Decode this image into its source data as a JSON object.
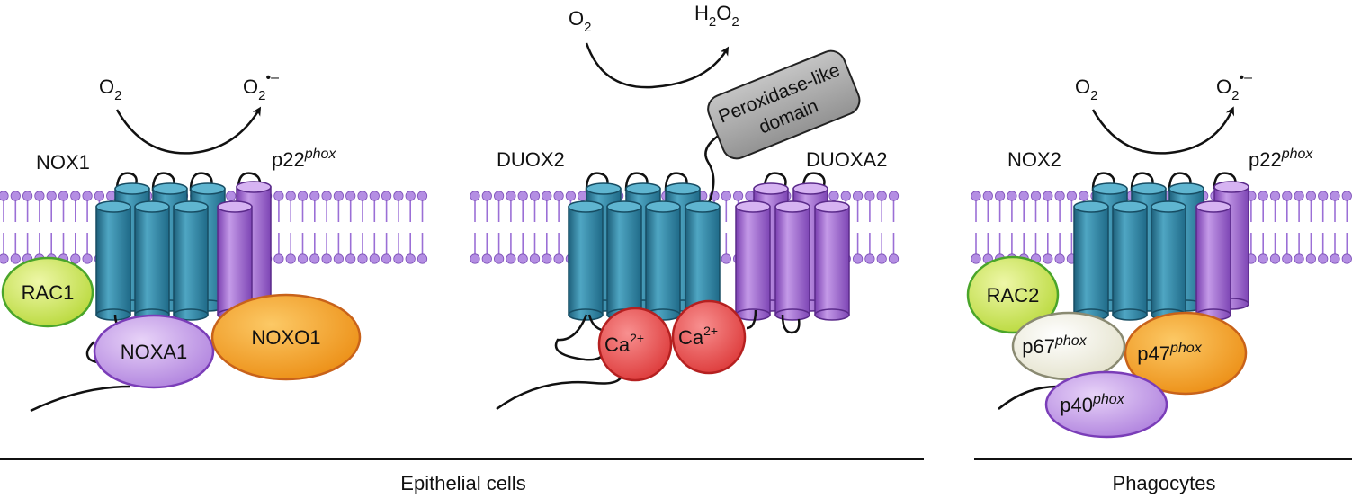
{
  "panels": {
    "left": {
      "top_labels": {
        "enzyme": "NOX1",
        "partner": "p22",
        "partner_sup": "phox"
      },
      "reaction": {
        "substrate": "O",
        "substrate_sub": "2",
        "product": "O",
        "product_sub": "2",
        "product_sup": "•–"
      },
      "proteins": {
        "rac": "RAC1",
        "activator": "NOXA1",
        "organizer": "NOXO1"
      }
    },
    "middle": {
      "top_labels": {
        "enzyme": "DUOX2",
        "partner": "DUOXA2"
      },
      "reaction": {
        "substrate": "O",
        "substrate_sub": "2",
        "product_h": "H",
        "product_h_sub": "2",
        "product_o": "O",
        "product_o_sub": "2"
      },
      "peroxidase": {
        "line1": "Peroxidase-like",
        "line2": "domain"
      },
      "calcium": [
        {
          "base": "Ca",
          "sup": "2+"
        },
        {
          "base": "Ca",
          "sup": "2+"
        }
      ]
    },
    "right": {
      "top_labels": {
        "enzyme": "NOX2",
        "partner": "p22",
        "partner_sup": "phox"
      },
      "reaction": {
        "substrate": "O",
        "substrate_sub": "2",
        "product": "O",
        "product_sub": "2",
        "product_sup": "•–"
      },
      "proteins": {
        "rac": "RAC2",
        "p67": {
          "base": "p67",
          "sup": "phox"
        },
        "p47": {
          "base": "p47",
          "sup": "phox"
        },
        "p40": {
          "base": "p40",
          "sup": "phox"
        }
      }
    }
  },
  "footer": {
    "left_label": "Epithelial cells",
    "right_label": "Phagocytes"
  },
  "colors": {
    "lipid_head": "#b48ee3",
    "lipid_tail": "#9b6fd6",
    "teal": "#2e7f9e",
    "purple": "#9b64c8",
    "rac_fill": "#cfe85a",
    "rac_stroke": "#4aa52a",
    "noxa_fill": "#c9a2ea",
    "noxa_stroke": "#7a3db8",
    "noxo_fill": "#f6a41c",
    "noxo_stroke": "#c8621a",
    "ca_fill": "#ee5050",
    "ca_stroke": "#b52020",
    "p67_fill": "#f3f1e2",
    "p67_stroke": "#8a8a72",
    "peroxidase_fill": "#a8a8a8"
  }
}
